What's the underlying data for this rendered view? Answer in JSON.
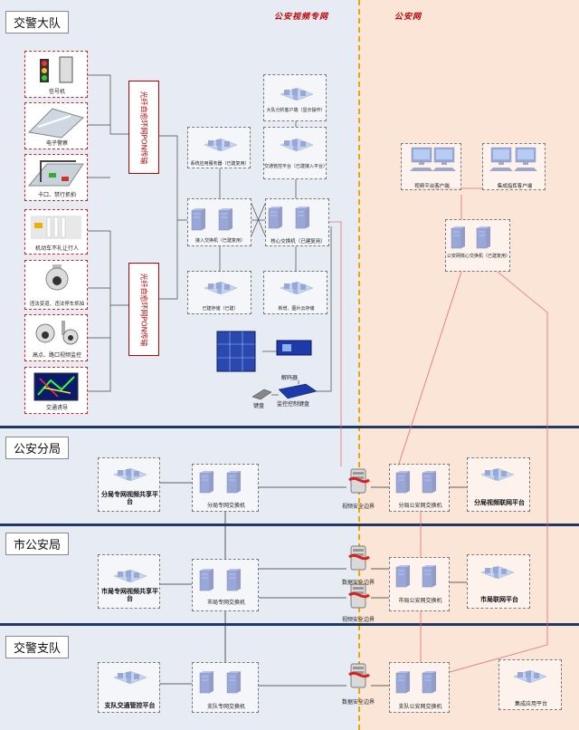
{
  "network_titles": {
    "private": "公安视频专网",
    "police": "公安网"
  },
  "sections": {
    "brigade": "交警大队",
    "branch": "公安分局",
    "city": "市公安局",
    "detachment": "交警支队"
  },
  "devices": {
    "signal": "信号机",
    "epolice": "电子警察",
    "checkpoint": "卡口、禁行抓拍",
    "vehicle_yield": "机动车不礼让行人",
    "ptz": "违法变道、违法停车抓拍",
    "dome": "高点、路口视频监控",
    "traffic_guide": "交通诱导"
  },
  "ring_labels": {
    "top": "光纤自愈环网PON传输",
    "bottom": "光纤自愈环网PON传输"
  },
  "brigade": {
    "client_terminal": "大队分析客户端（显示操作）",
    "platform_server": "系统应用服务器（已建复用）",
    "control_platform": "交通管控平台（已建接入平台）",
    "access_switch": "接入交换机（已建复用）",
    "core_switch": "核心交换机（已建复用）",
    "storage_existing": "已建存储（已建）",
    "storage_new": "新增、图片云存储",
    "decoder": "解码器",
    "keyboard": "键盘",
    "control_keyboard": "监控控制键盘"
  },
  "police_side": {
    "pgis_client": "视频平台客户端",
    "ops_client": "集成指挥客户端",
    "core_switch": "公安网核心交换机（已建复用）"
  },
  "branch": {
    "video_share": "分局专网视频共享平台",
    "switch": "分局专网交换机",
    "boundary": "视频安全边界",
    "police_switch": "分局公安网交换机",
    "platform": "分局视频联网平台"
  },
  "city": {
    "video_share": "市局专网视频共享平台",
    "switch": "市局专网交换机",
    "boundary1": "数据安全边界",
    "boundary2": "视频安全边界",
    "police_switch": "市局公安网交换机",
    "platform": "市局联网平台"
  },
  "detachment": {
    "control_platform": "支队交通管控平台",
    "switch": "支队专网交换机",
    "boundary": "数据安全边界",
    "police_switch": "支队公安网交换机",
    "integration": "集成应用平台"
  },
  "colors": {
    "private_bg": "#e7ecf4",
    "police_bg": "#fbe5d6",
    "divider": "#f0a800",
    "band": "#1f3864",
    "link_red": "#e07070",
    "red": "#c00000"
  }
}
